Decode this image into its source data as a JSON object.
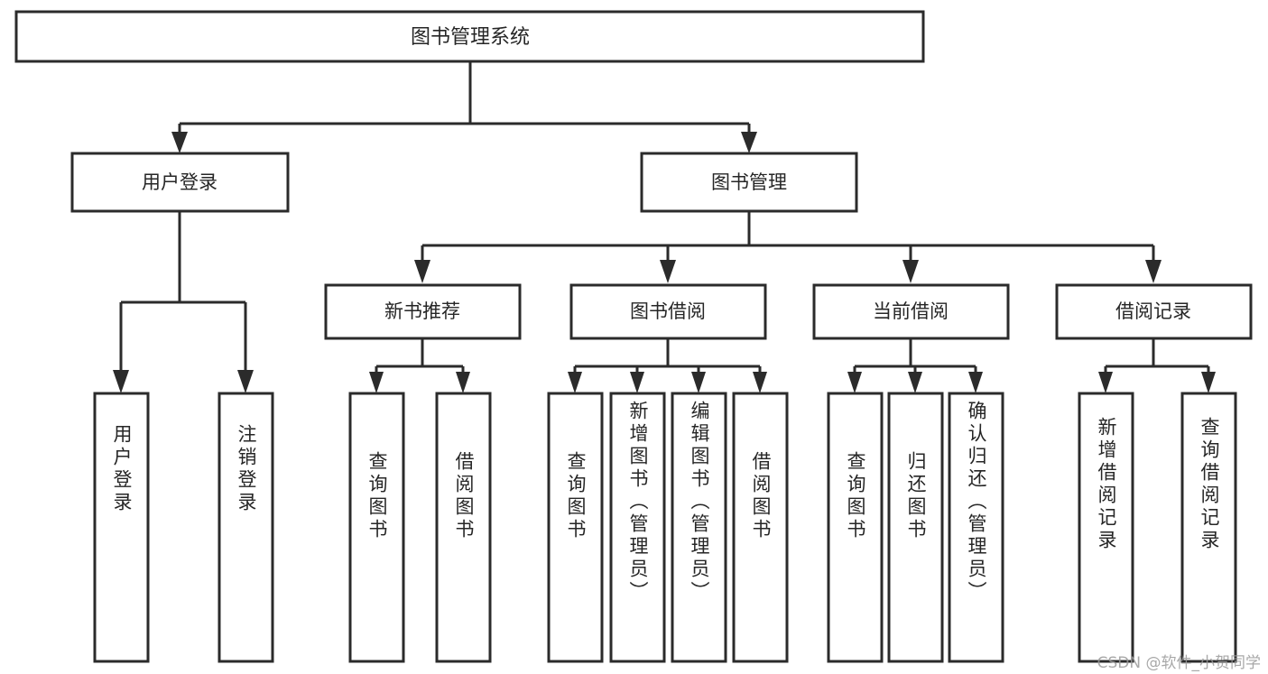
{
  "diagram": {
    "type": "tree",
    "title_node": "图书管理系统",
    "watermark": "CSDN @软件_小贺同学",
    "colors": {
      "border": "#2b2b2b",
      "box_fill": "#ffffff",
      "text": "#262626",
      "background": "#ffffff",
      "watermark": "#9a9a9a"
    },
    "root": {
      "label": "图书管理系统"
    },
    "level2": [
      {
        "label": "用户登录"
      },
      {
        "label": "图书管理"
      }
    ],
    "level3": [
      {
        "label": "新书推荐"
      },
      {
        "label": "图书借阅"
      },
      {
        "label": "当前借阅"
      },
      {
        "label": "借阅记录"
      }
    ],
    "leaves": {
      "user_login": [
        {
          "label": "用户登录"
        },
        {
          "label": "注销登录"
        }
      ],
      "new_book_recommend": [
        {
          "label": "查询图书"
        },
        {
          "label": "借阅图书"
        }
      ],
      "book_borrow": [
        {
          "label": "查询图书"
        },
        {
          "label": "新增图书（管理员）"
        },
        {
          "label": "编辑图书（管理员）"
        },
        {
          "label": "借阅图书"
        }
      ],
      "current_borrow": [
        {
          "label": "查询图书"
        },
        {
          "label": "归还图书"
        },
        {
          "label": "确认归还（管理员）"
        }
      ],
      "borrow_records": [
        {
          "label": "新增借阅记录"
        },
        {
          "label": "查询借阅记录"
        }
      ]
    }
  }
}
